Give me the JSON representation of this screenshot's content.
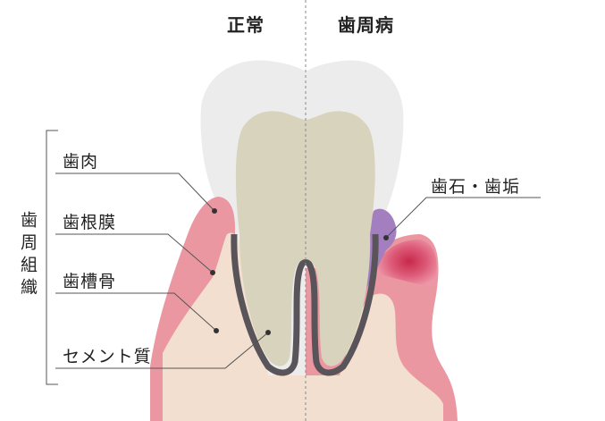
{
  "headings": {
    "normal": "正常",
    "disease": "歯周病"
  },
  "group_label": "歯周組織",
  "labels": {
    "gingiva": "歯肉",
    "ligament": "歯根膜",
    "bone": "歯槽骨",
    "cementum": "セメント質",
    "calculus": "歯石・歯垢"
  },
  "colors": {
    "enamel": "#ececec",
    "dentin": "#d8d3bc",
    "gum": "#eb97a2",
    "gum_dark": "#cc5b6c",
    "bone": "#f2dfcf",
    "ligament_outline": "#595459",
    "plaque": "#a47fbf",
    "inflamed": "#c8284b",
    "leader": "#555555"
  }
}
